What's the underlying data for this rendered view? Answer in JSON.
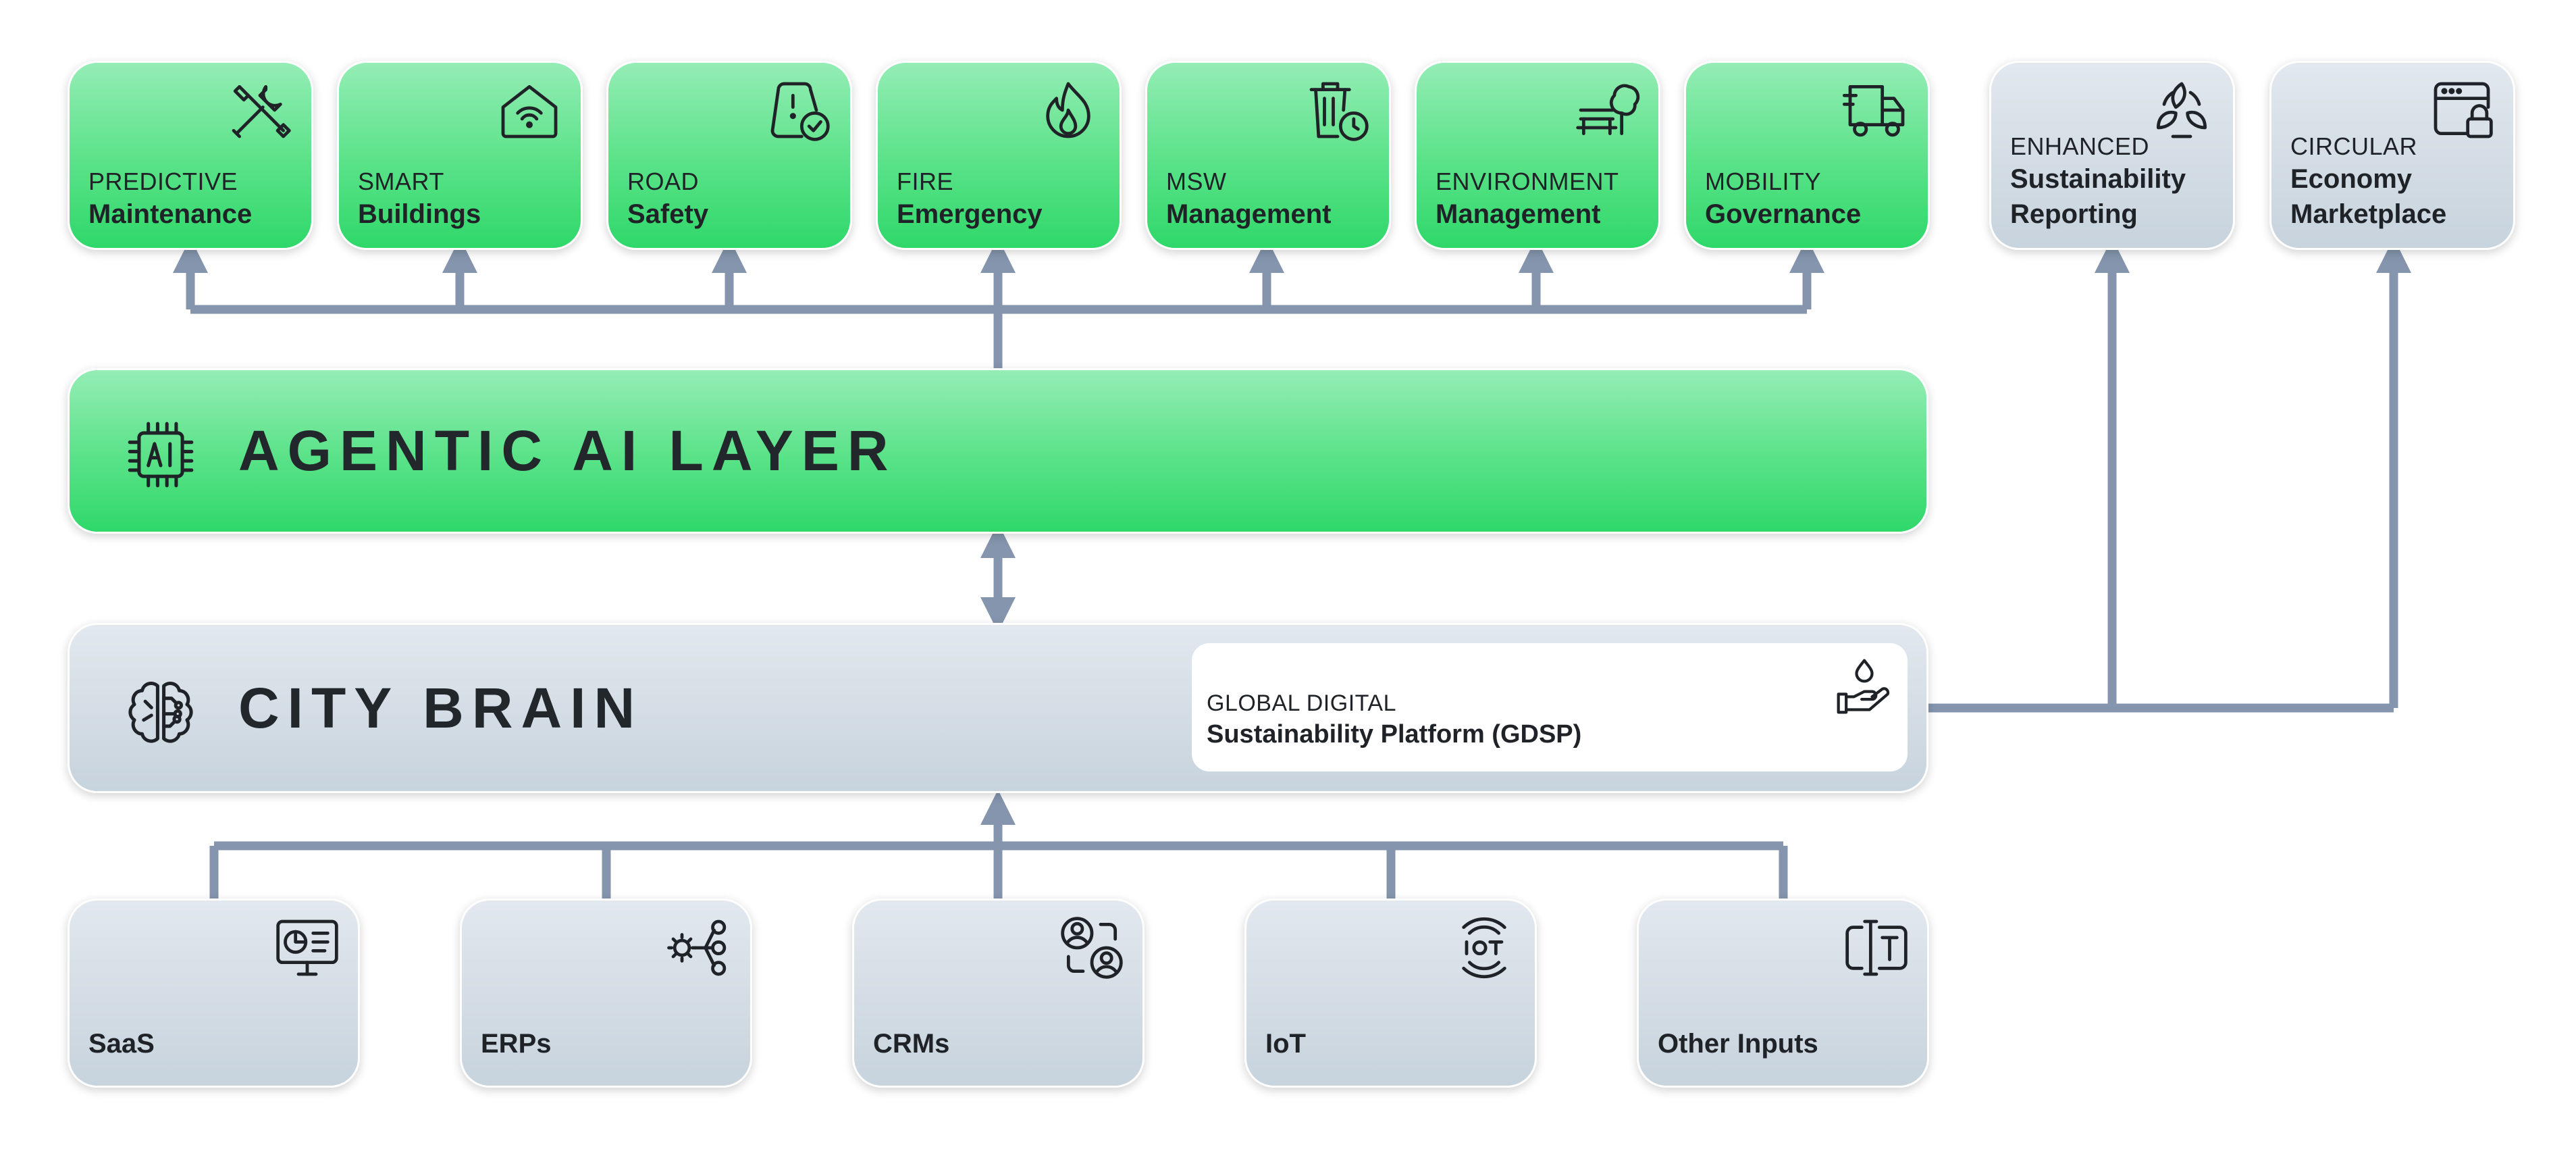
{
  "colors": {
    "green_top": "#94edb5",
    "green_bottom": "#2fd86a",
    "grey_top": "#e2e8ee",
    "grey_bottom": "#c7d3dd",
    "connector": "#8495ad"
  },
  "applications": [
    {
      "top": "PREDICTIVE",
      "bottom": "Maintenance",
      "icon": "tools-icon"
    },
    {
      "top": "SMART",
      "bottom": "Buildings",
      "icon": "smart-home-icon"
    },
    {
      "top": "ROAD",
      "bottom": "Safety",
      "icon": "road-safety-icon"
    },
    {
      "top": "FIRE",
      "bottom": "Emergency",
      "icon": "fire-icon"
    },
    {
      "top": "MSW",
      "bottom": "Management",
      "icon": "waste-bin-icon"
    },
    {
      "top": "ENVIRONMENT",
      "bottom": "Management",
      "icon": "park-bench-icon"
    },
    {
      "top": "MOBILITY",
      "bottom": "Governance",
      "icon": "truck-icon"
    }
  ],
  "side_outputs": [
    {
      "top": "ENHANCED",
      "line1": "Sustainability",
      "line2": "Reporting",
      "icon": "recycle-leaves-icon"
    },
    {
      "top": "CIRCULAR",
      "line1": "Economy",
      "line2": "Marketplace",
      "icon": "browser-lock-icon"
    }
  ],
  "agentic_layer": {
    "title": "AGENTIC AI LAYER",
    "icon": "ai-chip-icon"
  },
  "city_brain": {
    "title": "CITY BRAIN",
    "icon": "brain-circuit-icon",
    "gdsp": {
      "top": "GLOBAL DIGITAL",
      "bottom": "Sustainability Platform (GDSP)",
      "icon": "hand-drop-icon"
    }
  },
  "sources": [
    {
      "label": "SaaS",
      "icon": "dashboard-monitor-icon"
    },
    {
      "label": "ERPs",
      "icon": "gear-network-icon"
    },
    {
      "label": "CRMs",
      "icon": "users-exchange-icon"
    },
    {
      "label": "IoT",
      "icon": "iot-signal-icon"
    },
    {
      "label": "Other Inputs",
      "icon": "text-input-icon"
    }
  ]
}
